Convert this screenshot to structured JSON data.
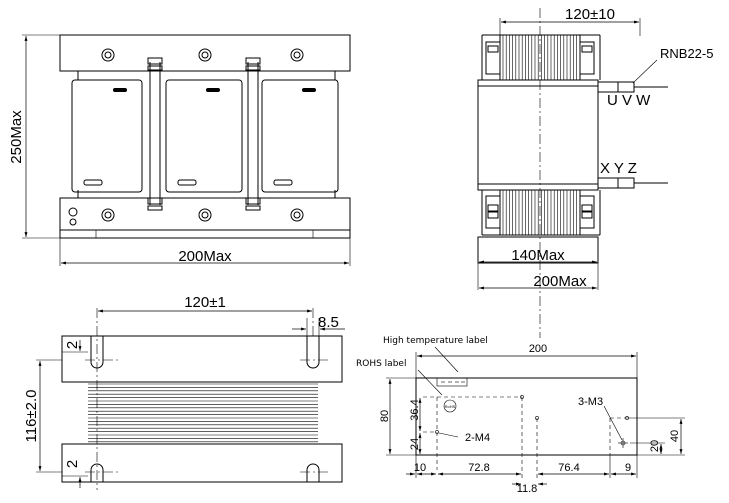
{
  "front_view": {
    "height_label": "250Max",
    "width_label": "200Max"
  },
  "side_view": {
    "width_label": "120±10",
    "terminal_label": "RNB22-5",
    "input_phases": "U V W",
    "output_phases": "X Y Z",
    "core_label": "140Max",
    "base_label": "200Max"
  },
  "top_view": {
    "slot_pitch": "120±1",
    "slot_width": "8.5",
    "height_label": "116±2.0",
    "top_offset": "2",
    "bottom_offset": "2"
  },
  "label_plate": {
    "high_temp_label": "High temperature label",
    "rohs_label": "ROHS label",
    "rohs_mark": "RoHS",
    "width": "200",
    "height": "80",
    "dim_36_4": "36.4",
    "dim_24": "24",
    "hole_2m4": "2-M4",
    "hole_3m3": "3-M3",
    "dim_20": "20",
    "dim_40": "40",
    "dim_10": "10",
    "dim_72_8": "72.8",
    "dim_11_8": "11.8",
    "dim_76_4": "76.4",
    "dim_9": "9"
  }
}
